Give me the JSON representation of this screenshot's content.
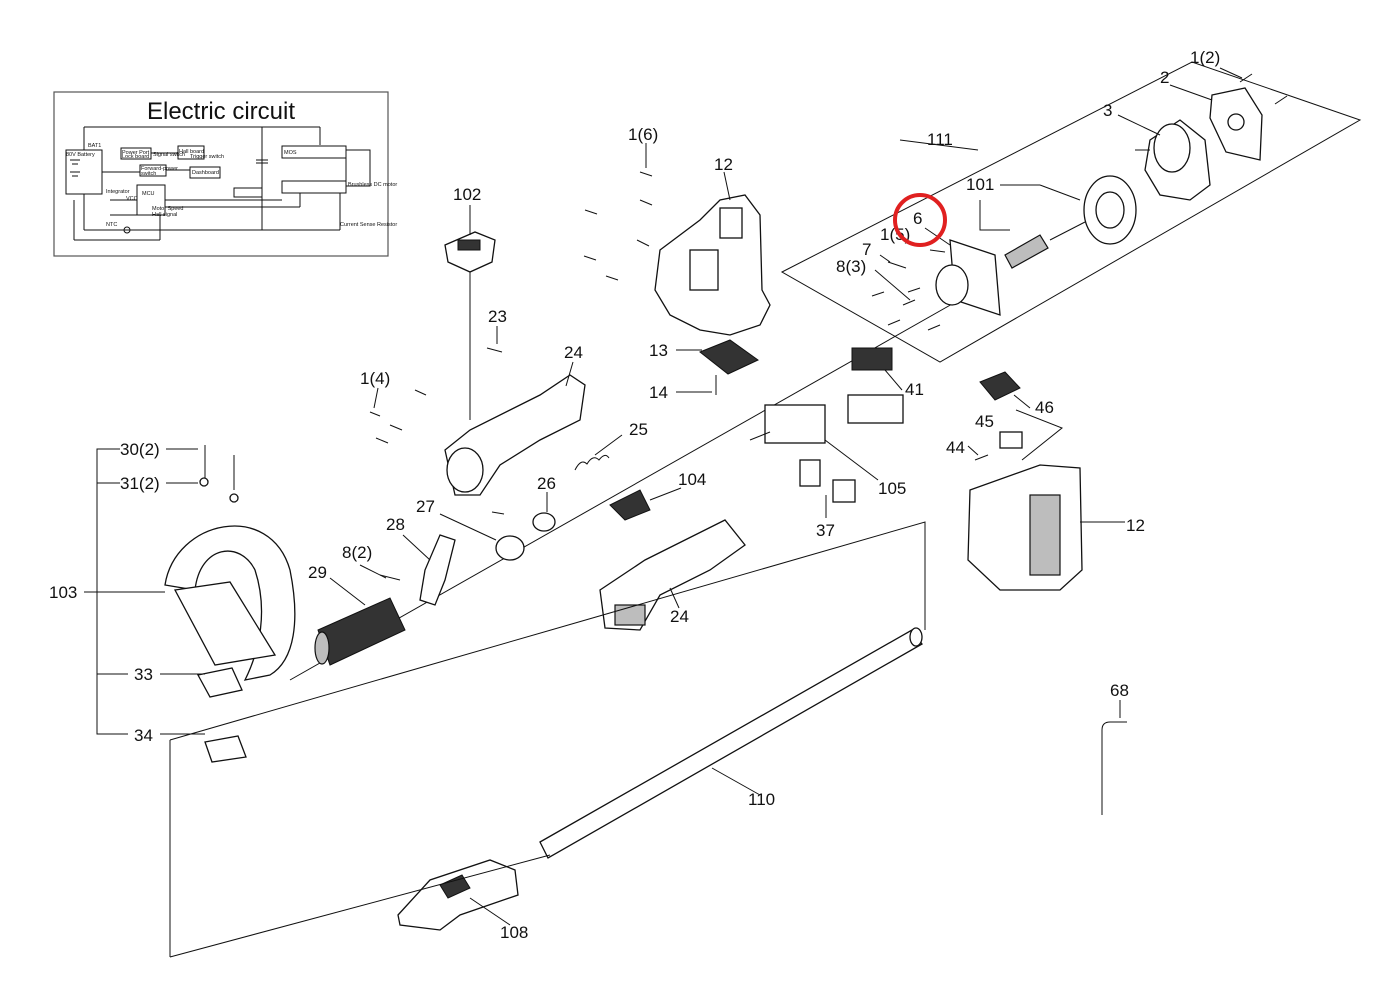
{
  "circuit": {
    "title": "Electric circuit",
    "labels": [
      "BAT1",
      "80V Battery",
      "Power Port",
      "Lock board",
      "Signal switch",
      "Hall board",
      "Trigger switch",
      "Forward-power",
      "switch",
      "Dashboard",
      "Integrator",
      "MCU",
      "VCC",
      "Current Sense Resistor",
      "Brushless DC motor",
      "NTC",
      "MOS",
      "Motor Speed",
      "Hall signal"
    ]
  },
  "parts": [
    {
      "id": "p1_2",
      "text": "1(2)"
    },
    {
      "id": "p2",
      "text": "2"
    },
    {
      "id": "p3",
      "text": "3"
    },
    {
      "id": "p111",
      "text": "111"
    },
    {
      "id": "p101",
      "text": "101"
    },
    {
      "id": "p6",
      "text": "6"
    },
    {
      "id": "p1_5",
      "text": "1(5)"
    },
    {
      "id": "p7",
      "text": "7"
    },
    {
      "id": "p8_3",
      "text": "8(3)"
    },
    {
      "id": "p1_6",
      "text": "1(6)"
    },
    {
      "id": "p12a",
      "text": "12"
    },
    {
      "id": "p13",
      "text": "13"
    },
    {
      "id": "p14",
      "text": "14"
    },
    {
      "id": "p102",
      "text": "102"
    },
    {
      "id": "p23",
      "text": "23"
    },
    {
      "id": "p24a",
      "text": "24"
    },
    {
      "id": "p1_4",
      "text": "1(4)"
    },
    {
      "id": "p25",
      "text": "25"
    },
    {
      "id": "p41",
      "text": "41"
    },
    {
      "id": "p46",
      "text": "46"
    },
    {
      "id": "p45",
      "text": "45"
    },
    {
      "id": "p44",
      "text": "44"
    },
    {
      "id": "p105",
      "text": "105"
    },
    {
      "id": "p37",
      "text": "37"
    },
    {
      "id": "p12b",
      "text": "12"
    },
    {
      "id": "p104",
      "text": "104"
    },
    {
      "id": "p26",
      "text": "26"
    },
    {
      "id": "p27",
      "text": "27"
    },
    {
      "id": "p28",
      "text": "28"
    },
    {
      "id": "p8_2",
      "text": "8(2)"
    },
    {
      "id": "p29",
      "text": "29"
    },
    {
      "id": "p24b",
      "text": "24"
    },
    {
      "id": "p30_2",
      "text": "30(2)"
    },
    {
      "id": "p31_2",
      "text": "31(2)"
    },
    {
      "id": "p103",
      "text": "103"
    },
    {
      "id": "p33",
      "text": "33"
    },
    {
      "id": "p34",
      "text": "34"
    },
    {
      "id": "p68",
      "text": "68"
    },
    {
      "id": "p110",
      "text": "110"
    },
    {
      "id": "p108",
      "text": "108"
    }
  ],
  "highlight": {
    "target": "6",
    "color": "#e02020"
  }
}
